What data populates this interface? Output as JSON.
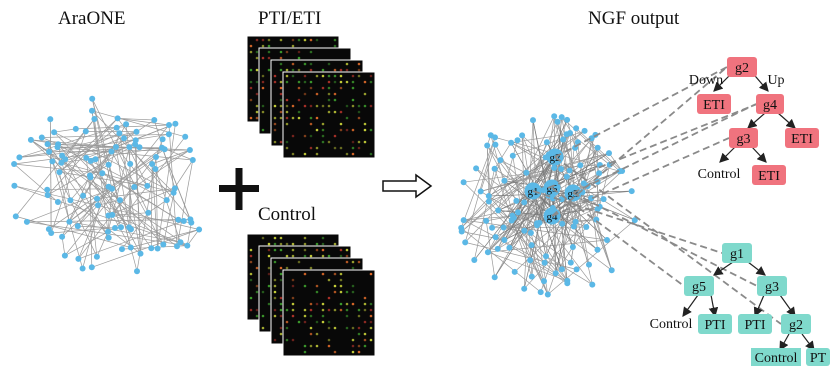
{
  "titles": {
    "network": "AraONE",
    "pti_eti": "PTI/ETI",
    "control": "Control",
    "output": "NGF output"
  },
  "operators": {
    "plus": "plus-sign",
    "arrow": "right-arrow"
  },
  "colors": {
    "node": "#5bb8e6",
    "edge": "#9a9a9a",
    "tree_red": "#f0737e",
    "tree_teal": "#7fd9cc",
    "dashed": "#8a8a8a",
    "microarray_bg": "#080808"
  },
  "highlighted_genes": [
    "g2",
    "g1",
    "g5",
    "g3",
    "g4"
  ],
  "tree_top": {
    "root": "g2",
    "left_branch_label": "Down",
    "right_branch_label": "Up",
    "nodes": {
      "g2": "g2",
      "eti_left": "ETI",
      "g4": "g4",
      "g3": "g3",
      "eti_right": "ETI",
      "control": "Control",
      "eti_bottom": "ETI"
    }
  },
  "tree_bottom": {
    "root": "g1",
    "nodes": {
      "g1": "g1",
      "g5": "g5",
      "g3": "g3",
      "control_left": "Control",
      "pti_left": "PTI",
      "pti_mid": "PTI",
      "g2": "g2",
      "control_right": "Control",
      "pt_right": "PT"
    }
  }
}
